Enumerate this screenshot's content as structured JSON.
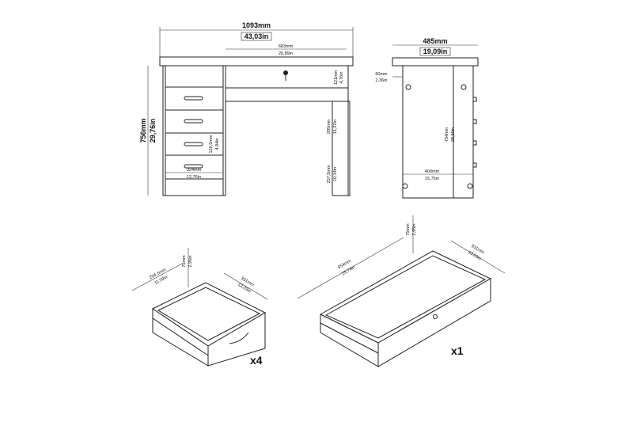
{
  "front_view": {
    "width_mm": "1093mm",
    "width_in": "43,03in",
    "height_mm": "756mm",
    "height_in": "29,76in",
    "opening_mm": "683mm",
    "opening_in": "26,89in",
    "top_drawer_h_mm": "121mm",
    "top_drawer_h_in": "4,76in",
    "knee_h_mm": "285mm",
    "knee_h_in": "11,22in",
    "lower_h_mm": "257,5mm",
    "lower_h_in": "10,14in",
    "drawer_h_mm": "125,5mm",
    "drawer_h_in": "4,94in",
    "drawer_w_mm": "324mm",
    "drawer_w_in": "12,76in"
  },
  "side_view": {
    "depth_mm": "485mm",
    "depth_in": "19,09in",
    "offset_mm": "60mm",
    "offset_in": "2,36in",
    "height_mm": "734mm",
    "height_in": "28,90in",
    "inner_depth_mm": "400mm",
    "inner_depth_in": "15,75in"
  },
  "small_drawer": {
    "width_mm": "294,5mm",
    "width_in": "11,59in",
    "height_mm": "75mm",
    "height_in": "2,95in",
    "depth_mm": "331mm",
    "depth_in": "13,03in",
    "quantity": "x4"
  },
  "large_drawer": {
    "width_mm": "654mm",
    "width_in": "25,74in",
    "height_mm": "75mm",
    "height_in": "2,95in",
    "depth_mm": "331mm",
    "depth_in": "13,03in",
    "quantity": "x1"
  }
}
